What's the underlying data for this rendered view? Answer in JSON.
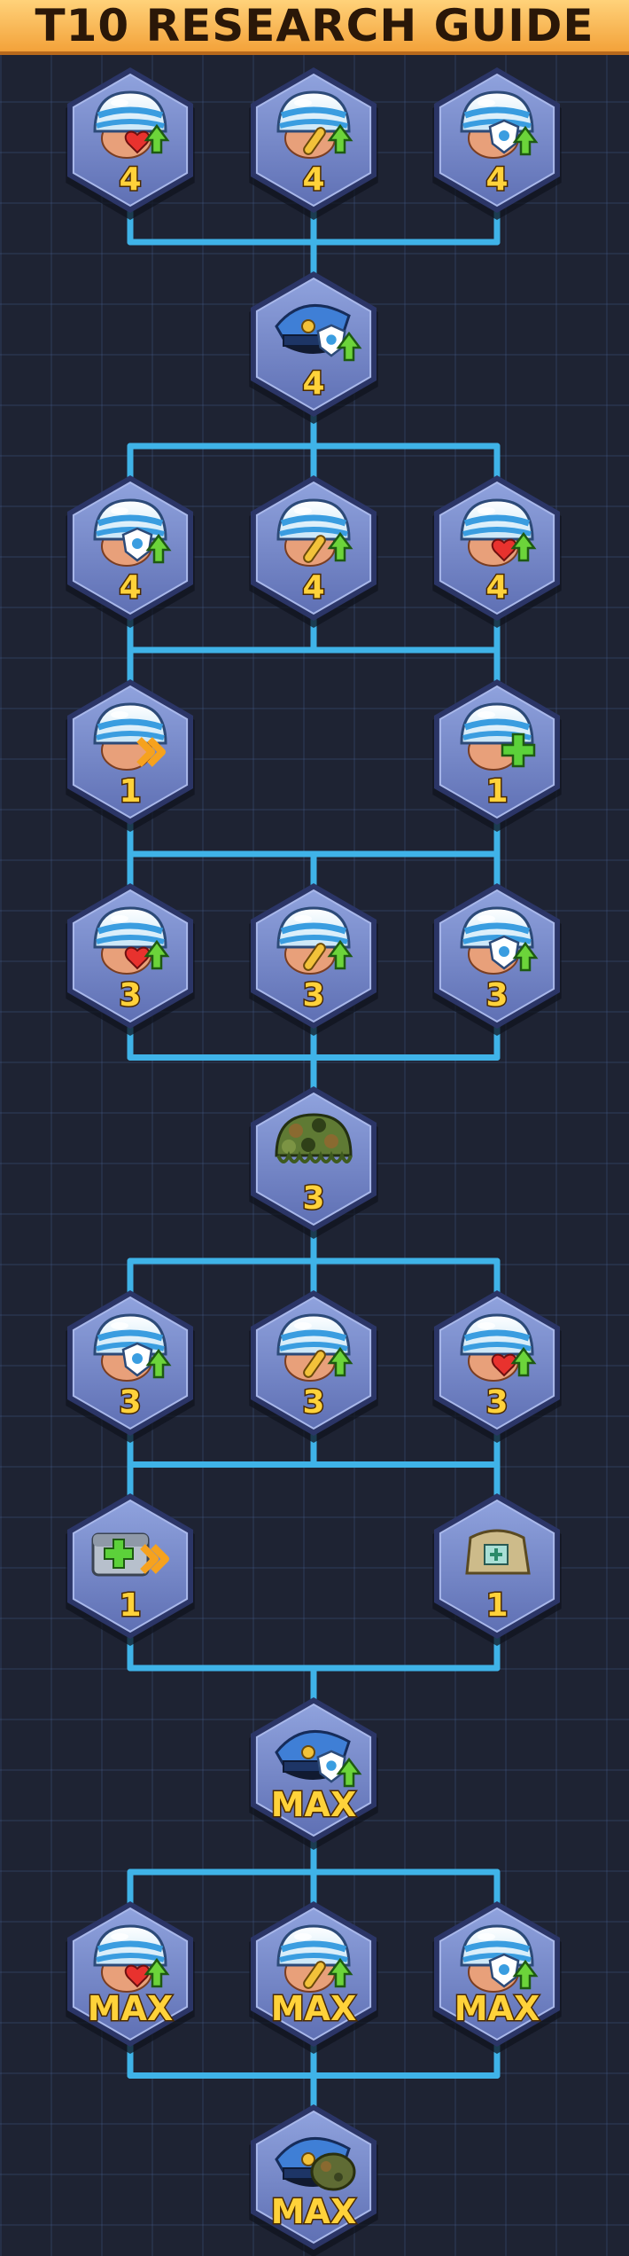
{
  "title": "T10 RESEARCH GUIDE",
  "colors": {
    "accent": "#3fb3e8",
    "hex_fill": "#7b8fd0",
    "level_text": "#ffd23a",
    "title_bg": "#f7b04a"
  },
  "rows": [
    {
      "id": "row1",
      "nodes": [
        {
          "col": 0,
          "icon": "infantry-helmet-attack-icon",
          "level": "4"
        },
        {
          "col": 1,
          "icon": "infantry-helmet-damage-icon",
          "level": "4"
        },
        {
          "col": 2,
          "icon": "infantry-helmet-defense-icon",
          "level": "4"
        }
      ]
    },
    {
      "id": "row2",
      "nodes": [
        {
          "col": 1,
          "icon": "officer-cap-defense-icon",
          "level": "4"
        }
      ]
    },
    {
      "id": "row3",
      "nodes": [
        {
          "col": 0,
          "icon": "infantry-helmet-defense-icon",
          "level": "4"
        },
        {
          "col": 1,
          "icon": "infantry-helmet-damage-icon",
          "level": "4"
        },
        {
          "col": 2,
          "icon": "infantry-helmet-attack-icon",
          "level": "4"
        }
      ]
    },
    {
      "id": "row4",
      "nodes": [
        {
          "col": 0,
          "icon": "infantry-helmet-speed-icon",
          "level": "1"
        },
        {
          "col": 2,
          "icon": "infantry-helmet-health-icon",
          "level": "1"
        }
      ]
    },
    {
      "id": "row5",
      "nodes": [
        {
          "col": 0,
          "icon": "infantry-helmet-attack-icon",
          "level": "3"
        },
        {
          "col": 1,
          "icon": "infantry-helmet-damage-icon",
          "level": "3"
        },
        {
          "col": 2,
          "icon": "infantry-helmet-defense-icon",
          "level": "3"
        }
      ]
    },
    {
      "id": "row6",
      "nodes": [
        {
          "col": 1,
          "icon": "camo-helmet-icon",
          "level": "3"
        }
      ]
    },
    {
      "id": "row7",
      "nodes": [
        {
          "col": 0,
          "icon": "infantry-helmet-defense-icon",
          "level": "3"
        },
        {
          "col": 1,
          "icon": "infantry-helmet-damage-icon",
          "level": "3"
        },
        {
          "col": 2,
          "icon": "infantry-helmet-attack-icon",
          "level": "3"
        }
      ]
    },
    {
      "id": "row8",
      "nodes": [
        {
          "col": 0,
          "icon": "medkit-speed-icon",
          "level": "1"
        },
        {
          "col": 2,
          "icon": "supply-bag-icon",
          "level": "1"
        }
      ]
    },
    {
      "id": "row9",
      "nodes": [
        {
          "col": 1,
          "icon": "officer-cap-defense-icon",
          "level": "MAX"
        }
      ]
    },
    {
      "id": "row10",
      "nodes": [
        {
          "col": 0,
          "icon": "infantry-helmet-attack-icon",
          "level": "MAX"
        },
        {
          "col": 1,
          "icon": "infantry-helmet-damage-icon",
          "level": "MAX"
        },
        {
          "col": 2,
          "icon": "infantry-helmet-defense-icon",
          "level": "MAX"
        }
      ]
    },
    {
      "id": "row11",
      "nodes": [
        {
          "col": 1,
          "icon": "officer-cap-camo-icon",
          "level": "MAX"
        }
      ]
    }
  ]
}
